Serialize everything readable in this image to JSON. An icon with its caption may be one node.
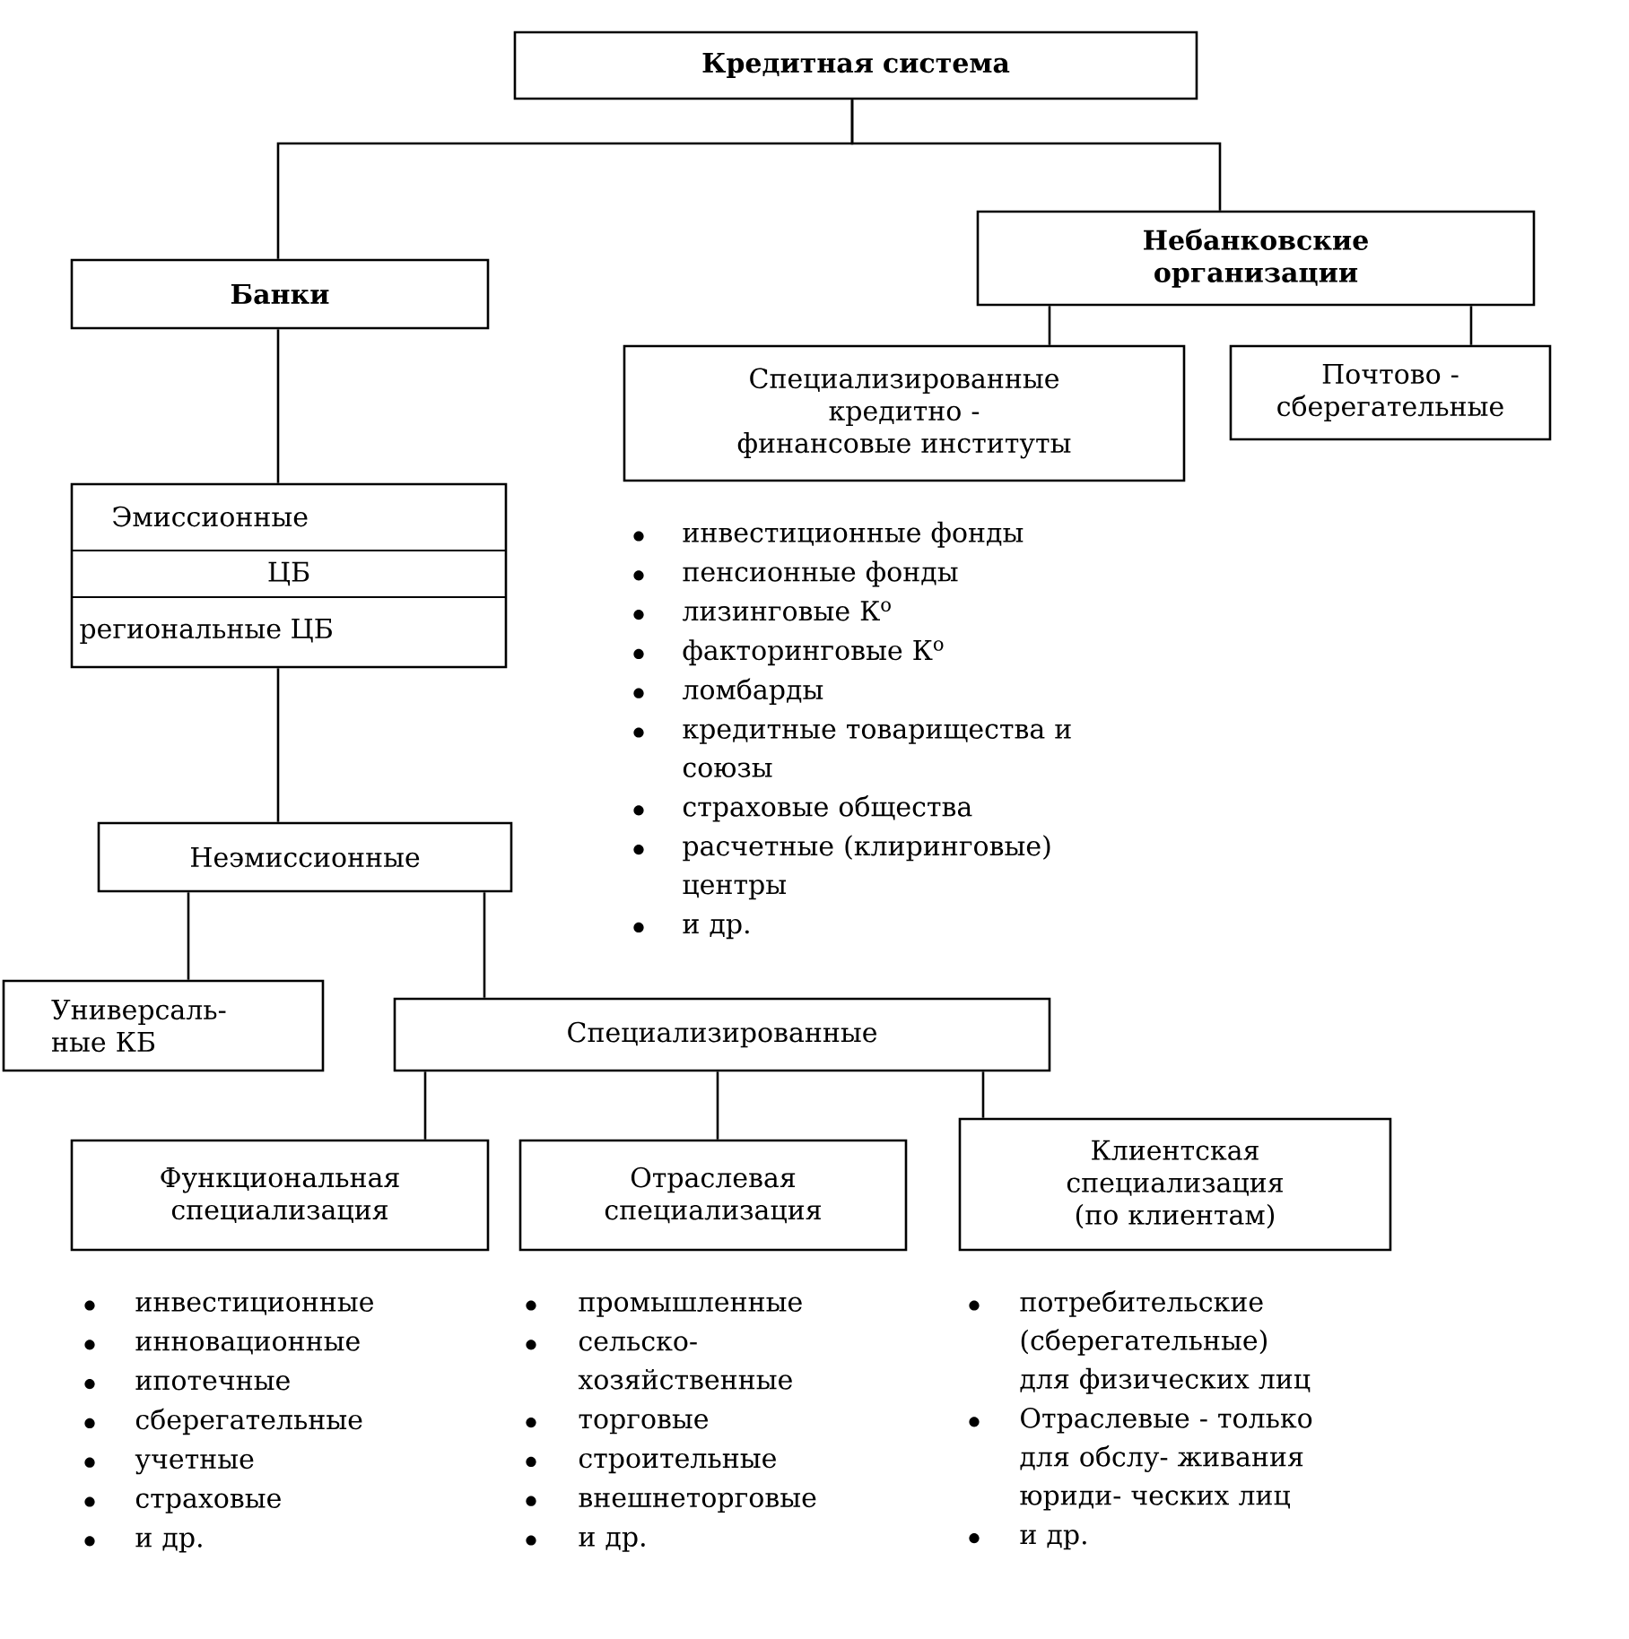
{
  "diagram": {
    "nodes": [
      {
        "text": [
          "Кредитная система"
        ]
      },
      {
        "text": [
          "Банки"
        ]
      },
      {
        "text": [
          "Небанковские организации"
        ]
      },
      {
        "text": [
          "Специализированные кредитно - финансовые институты"
        ],
        "beside": [
          "инвестиционные фонды",
          "пенсионные фонды",
          "лизинговые К$^{о}$",
          "факторинговые К$^{о}$",
          "ломбарды",
          "кредитные товарищества и союзы",
          "страховые общества",
          "расчетные (клиринговые) центры",
          "и др."
        ]
      },
      {
        "text": [
          "Почтово - сберегательные"
        ]
      },
      {
        "text": [
          "Эмиссионные",
          "ЦБ",
          "региональные ЦБ"
        ]
      },
      {
        "text": [
          "Неэмиссионные"
        ]
      },
      {
        "text": [
          "Универсаль- ные КБ"
        ]
      },
      {
        "text": [
          "Специализированные"
        ]
      },
      {
        "text": [
          "Функциональная специализация"
        ],
        "beside": [
          "инвестиционные",
          "инновационные",
          "ипотечные",
          "сберегательные",
          "учетные",
          "страховые",
          "и др."
        ]
      },
      {
        "text": [
          "Отраслевая специализация"
        ],
        "beside": [
          "промышленные",
          "сельско- хозяйственные",
          "торговые",
          "строительные",
          "внешнеторговые",
          "и др."
        ]
      },
      {
        "text": [
          "Клиентская специализация (по клиентам)"
        ],
        "beside": [
          "потребительские (сберегательные) для физических лиц",
          "Отраслевые - только для обслу- живания юриди- ческих лиц",
          "и др."
        ]
      }
    ],
    "edges": [
      {
        "from": 0,
        "to": 1,
        "arrow": "none"
      },
      {
        "from": 0,
        "to": 2,
        "arrow": "none"
      },
      {
        "from": 2,
        "to": 3,
        "arrow": "none"
      },
      {
        "from": 2,
        "to": 4,
        "arrow": "none"
      },
      {
        "from": 1,
        "to": 5,
        "arrow": "none"
      },
      {
        "from": 5,
        "to": 6,
        "arrow": "none"
      },
      {
        "from": 6,
        "to": 7,
        "arrow": "none"
      },
      {
        "from": 6,
        "to": 8,
        "arrow": "none"
      },
      {
        "from": 8,
        "to": 9,
        "arrow": "none"
      },
      {
        "from": 8,
        "to": 10,
        "arrow": "none"
      },
      {
        "from": 8,
        "to": 11,
        "arrow": "none"
      }
    ]
  }
}
